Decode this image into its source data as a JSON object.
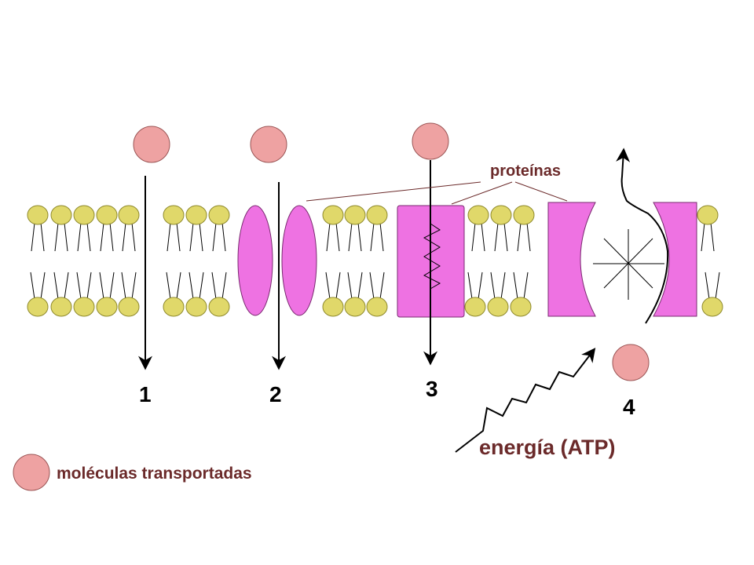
{
  "labels": {
    "proteins": "proteínas",
    "energy": "energía (ATP)",
    "legend": "moléculas transportadas",
    "mechanisms": [
      "1",
      "2",
      "3",
      "4"
    ]
  },
  "colors": {
    "lipid_head": "#e0d86a",
    "lipid_head_stroke": "#8f8a2c",
    "protein": "#ee72e2",
    "molecule": "#eea2a2",
    "label": "#6b2a2a",
    "line": "#000000"
  },
  "icons": [
    "arrow-down-icon",
    "zigzag-arrow-icon",
    "star-lines-icon"
  ]
}
